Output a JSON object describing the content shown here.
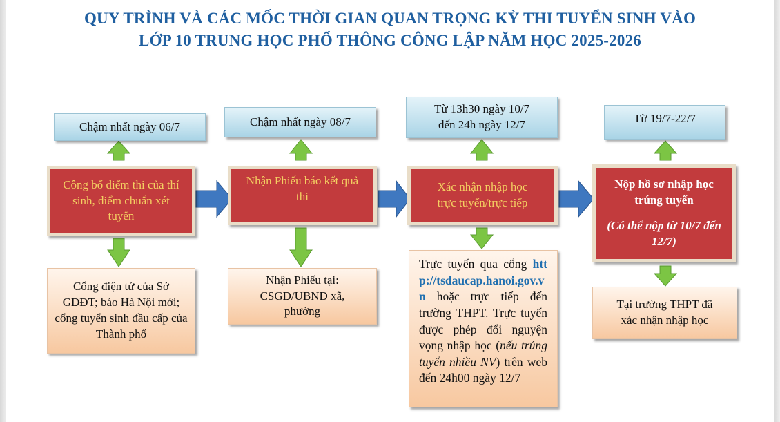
{
  "title": {
    "line1": "QUY TRÌNH VÀ CÁC MỐC THỜI GIAN QUAN TRỌNG KỲ THI TUYỂN SINH VÀO",
    "line2": "LỚP 10 TRUNG HỌC PHỔ THÔNG CÔNG LẬP NĂM HỌC 2025-2026"
  },
  "steps": [
    {
      "date": "Chậm nhất ngày 06/7",
      "action": "Công bố điểm thi của thí sinh, điểm chuẩn xét tuyển",
      "detail": "Cổng điện tử của Sở GDĐT; báo Hà Nội mới; cổng tuyển sinh đầu cấp của Thành phố"
    },
    {
      "date": "Chậm nhất ngày 08/7",
      "action": "Nhận Phiếu báo kết quả thi",
      "detail_1": "Nhận Phiếu tại:",
      "detail_2": "CSGD/UBND xã, phường"
    },
    {
      "date_1": "Từ 13h30 ngày 10/7",
      "date_2": "đến 24h ngày 12/7",
      "action_1": "Xác nhận nhập học",
      "action_2": "trực tuyến/trực tiếp",
      "detail_a": "Trực tuyến qua cổng",
      "detail_link": "http://tsdaucap.hanoi.gov.vn",
      "detail_b": "hoặc trực tiếp đến trường THPT.",
      "detail_c": "Trực tuyến được phép đổi nguyện vọng nhập học (",
      "detail_italic": "nếu trúng tuyển nhiều NV",
      "detail_d": ") trên web đến 24h00 ngày 12/7"
    },
    {
      "date": "Từ 19/7-22/7",
      "action_1": "Nộp hồ sơ nhập học",
      "action_2": "trúng tuyển",
      "action_note": "(Có thể nộp từ 10/7 đến 12/7)",
      "detail": "Tại trường THPT đã xác nhận nhập học"
    }
  ],
  "colors": {
    "title": "#1f5fa0",
    "action_bg": "#c23b3d",
    "action_text": "#f4cf62",
    "arrow_blue": "#3f78c0",
    "arrow_green": "#7cc544"
  }
}
